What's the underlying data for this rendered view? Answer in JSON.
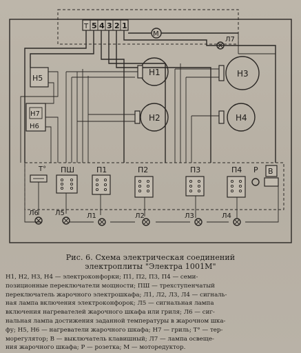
{
  "diagram": {
    "terminal_block": [
      "Т",
      "5",
      "4",
      "3",
      "2",
      "1"
    ],
    "motor": "М",
    "burners": [
      "Н1",
      "Н2",
      "Н3",
      "Н4"
    ],
    "heaters": [
      "Н5",
      "Н7",
      "Н6"
    ],
    "thermostat": "Т°",
    "switches": [
      "ПШ",
      "П1",
      "П2",
      "П3",
      "П4"
    ],
    "socket": "Р",
    "switch_b": "В",
    "lamps": [
      "Л1",
      "Л2",
      "Л3",
      "Л4",
      "Л5",
      "Л6",
      "Л7"
    ]
  },
  "caption": {
    "line1": "Рис. 6. Схема электрическая соединений",
    "line2": "электроплиты \"Электра 1001М\""
  },
  "legend": [
    "Н1, Н2, Н3, Н4 — электроконфорки; П1, П2, П3, П4 — семи-",
    "позиционные переключатели мощности; ПШ — трехступенчатый",
    "переключатель жарочного электрошкафа; Л1, Л2, Л3, Л4 — сигналь-",
    "ная лампа включения электроконфорок; Л5 — сигнальная лампа",
    "включения нагревателей жарочного шкафа или гриля; Л6 — сиг-",
    "нальная лампа достижения заданной температуры в жарочном шка-",
    "фу; Н5, Н6 — нагреватели жарочного шкафа; Н7 — гриль; Т° — тер-",
    "морегулятор; В — выключатель клавишный; Л7 — лампа освеще-",
    "ния жарочного шкафа; Р — розетка; М — моторедуктор."
  ]
}
